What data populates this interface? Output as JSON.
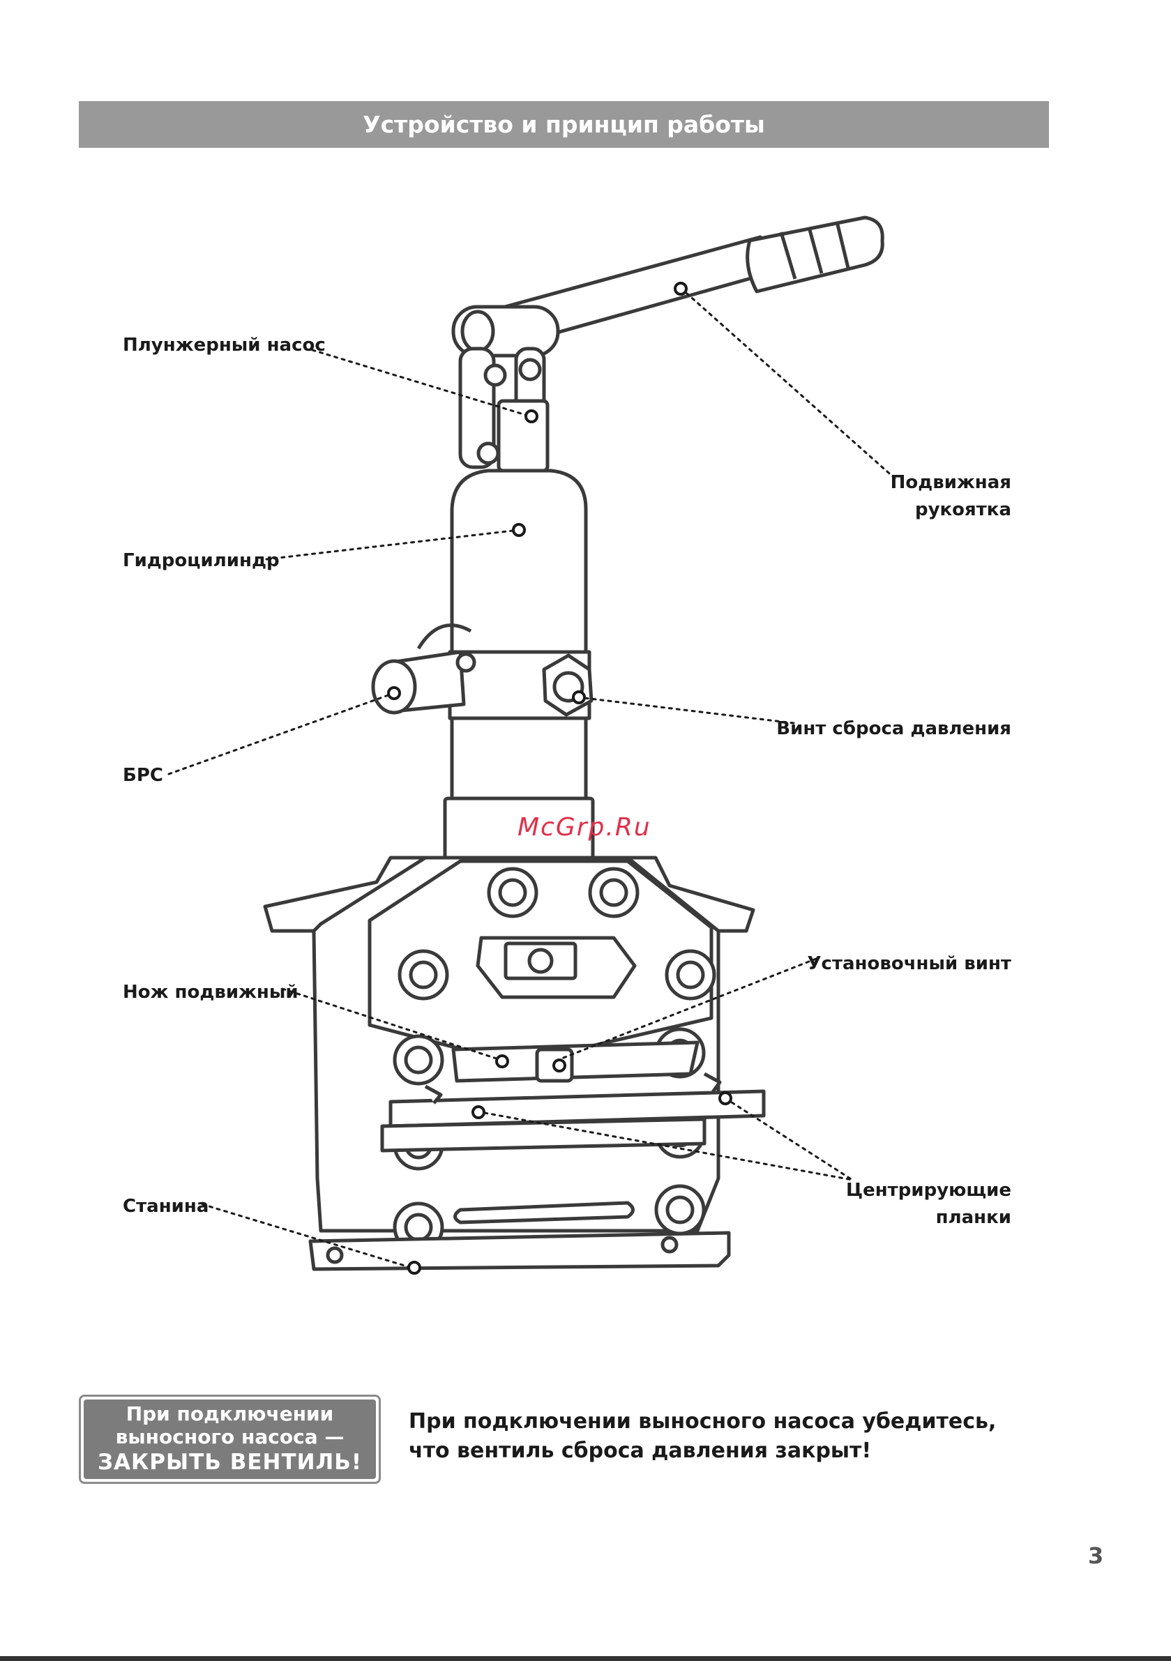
{
  "header": {
    "title": "Устройство и принцип работы"
  },
  "labels": {
    "plunger_pump": "Плунжерный насос",
    "movable_handle": [
      "Подвижная",
      "рукоятка"
    ],
    "hydraulic_cylinder": "Гидроцилиндр",
    "brs": "БРС",
    "pressure_release_screw": "Винт сброса давления",
    "setting_screw": "Установочный винт",
    "movable_knife": "Нож подвижный",
    "centering_bars": [
      "Центрирующие",
      "планки"
    ],
    "frame": "Станина"
  },
  "watermark": "McGrp.Ru",
  "warning_badge": [
    "При подключении",
    "выносного насоса —",
    "ЗАКРЫТЬ ВЕНТИЛЬ!"
  ],
  "warning_text": [
    "При подключении выносного насоса убедитесь,",
    "что вентиль сброса давления закрыт!"
  ],
  "page_number": "3"
}
